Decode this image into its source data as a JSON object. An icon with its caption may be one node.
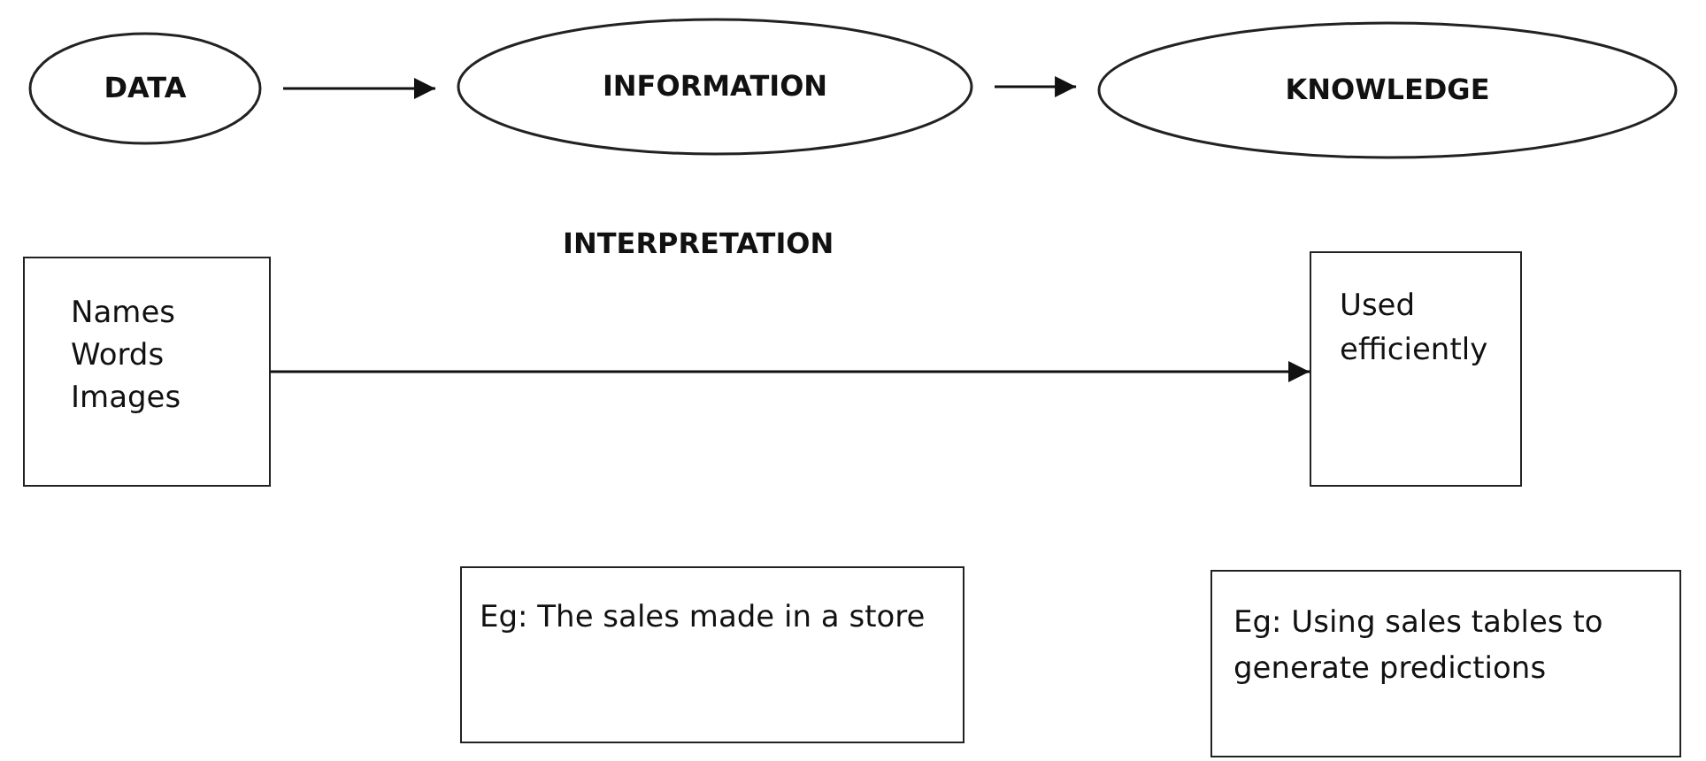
{
  "diagram": {
    "nodes": [
      {
        "text": [
          "DATA"
        ]
      },
      {
        "text": [
          "INFORMATION"
        ]
      },
      {
        "text": [
          "KNOWLEDGE"
        ]
      },
      {
        "text": [
          "Names Words Images"
        ]
      },
      {
        "text": [
          "Used efficiently"
        ]
      },
      {
        "text": [
          "Eg: The sales made in a store"
        ]
      },
      {
        "text": [
          "Eg: Using sales tables to generate predictions"
        ]
      }
    ],
    "edges": [
      {
        "from": 0,
        "to": 1,
        "arrow": "to"
      },
      {
        "from": 1,
        "to": 2,
        "arrow": "to"
      },
      {
        "from": 3,
        "to": 4,
        "arrow": "to",
        "label": "INTERPRETATION"
      }
    ]
  }
}
